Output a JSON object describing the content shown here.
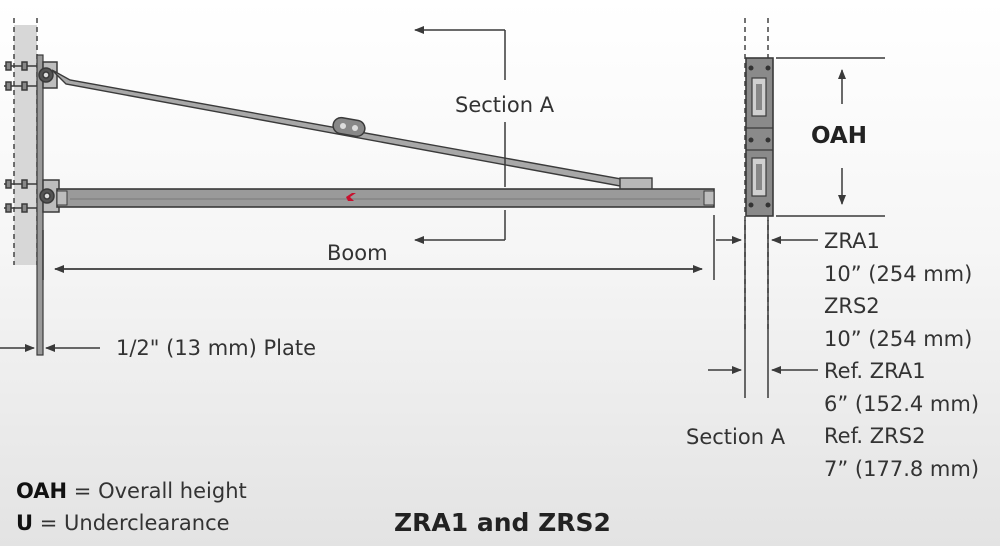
{
  "labels": {
    "section_a_top": "Section A",
    "boom": "Boom",
    "plate": "1/2\" (13 mm) Plate",
    "oah": "OAH",
    "section_a_bottom": "Section A",
    "zra1": "ZRA1",
    "zra1_dim": "10” (254 mm)",
    "zrs2": "ZRS2",
    "zrs2_dim": "10” (254 mm)",
    "ref_zra1": "Ref. ZRA1",
    "ref_zra1_dim": "6” (152.4 mm)",
    "ref_zrs2": "Ref. ZRS2",
    "ref_zrs2_dim": "7” (177.8 mm)"
  },
  "legend": {
    "oah_abbr": "OAH",
    "oah_text": " = Overall height",
    "u_abbr": "U",
    "u_text": " = Underclearance"
  },
  "title": "ZRA1 and ZRS2",
  "colors": {
    "line": "#3a3a3a",
    "boom_fill": "#9a9a9a",
    "logo": "#c8102e"
  }
}
